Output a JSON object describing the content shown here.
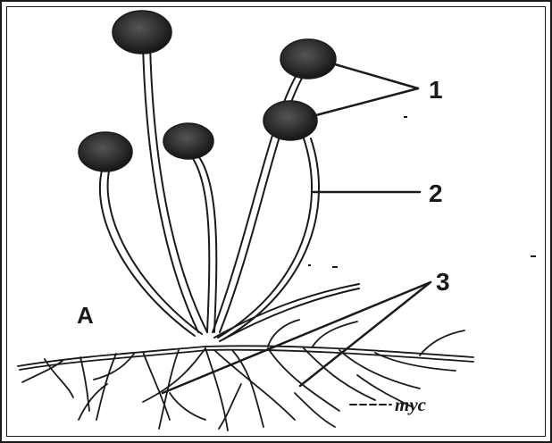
{
  "figure": {
    "panel_letter": "A",
    "labels": {
      "sporangium": "1",
      "sporangiophore": "2",
      "rhizoid": "3",
      "mycelium": "myc"
    },
    "colors": {
      "ink": "#1a1a1a",
      "sporangium_fill": "#2f2f2f",
      "background": "#ffffff"
    }
  }
}
